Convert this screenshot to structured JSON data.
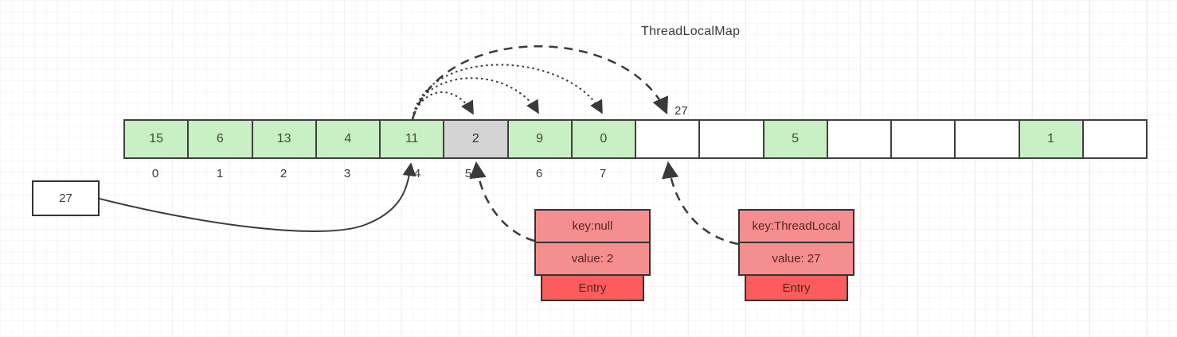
{
  "title": "ThreadLocalMap",
  "array": {
    "cells": [
      {
        "value": "15",
        "state": "green"
      },
      {
        "value": "6",
        "state": "green"
      },
      {
        "value": "13",
        "state": "green"
      },
      {
        "value": "4",
        "state": "green"
      },
      {
        "value": "11",
        "state": "green"
      },
      {
        "value": "2",
        "state": "gray"
      },
      {
        "value": "9",
        "state": "green"
      },
      {
        "value": "0",
        "state": "green"
      },
      {
        "value": "",
        "state": "empty"
      },
      {
        "value": "",
        "state": "empty"
      },
      {
        "value": "5",
        "state": "green"
      },
      {
        "value": "",
        "state": "empty"
      },
      {
        "value": "",
        "state": "empty"
      },
      {
        "value": "",
        "state": "empty"
      },
      {
        "value": "1",
        "state": "green"
      },
      {
        "value": "",
        "state": "empty"
      }
    ],
    "index_labels": [
      "0",
      "1",
      "2",
      "3",
      "4",
      "5",
      "6",
      "7"
    ]
  },
  "rehash_label": "27",
  "value_box": {
    "value": "27"
  },
  "entries": [
    {
      "key": "key:null",
      "value": "value: 2",
      "label": "Entry"
    },
    {
      "key": "key:ThreadLocal",
      "value": "value: 27",
      "label": "Entry"
    }
  ],
  "colors": {
    "cell_green": "#c9efc4",
    "cell_gray": "#d4d4d4",
    "cell_empty": "#ffffff",
    "entry_light": "#f58f8f",
    "entry_red": "#fb5c5c",
    "entry_text": "#5a2323",
    "stroke": "#3a3a3a",
    "grid_minor": "#f7f7f7",
    "grid_major": "#ebebeb"
  }
}
